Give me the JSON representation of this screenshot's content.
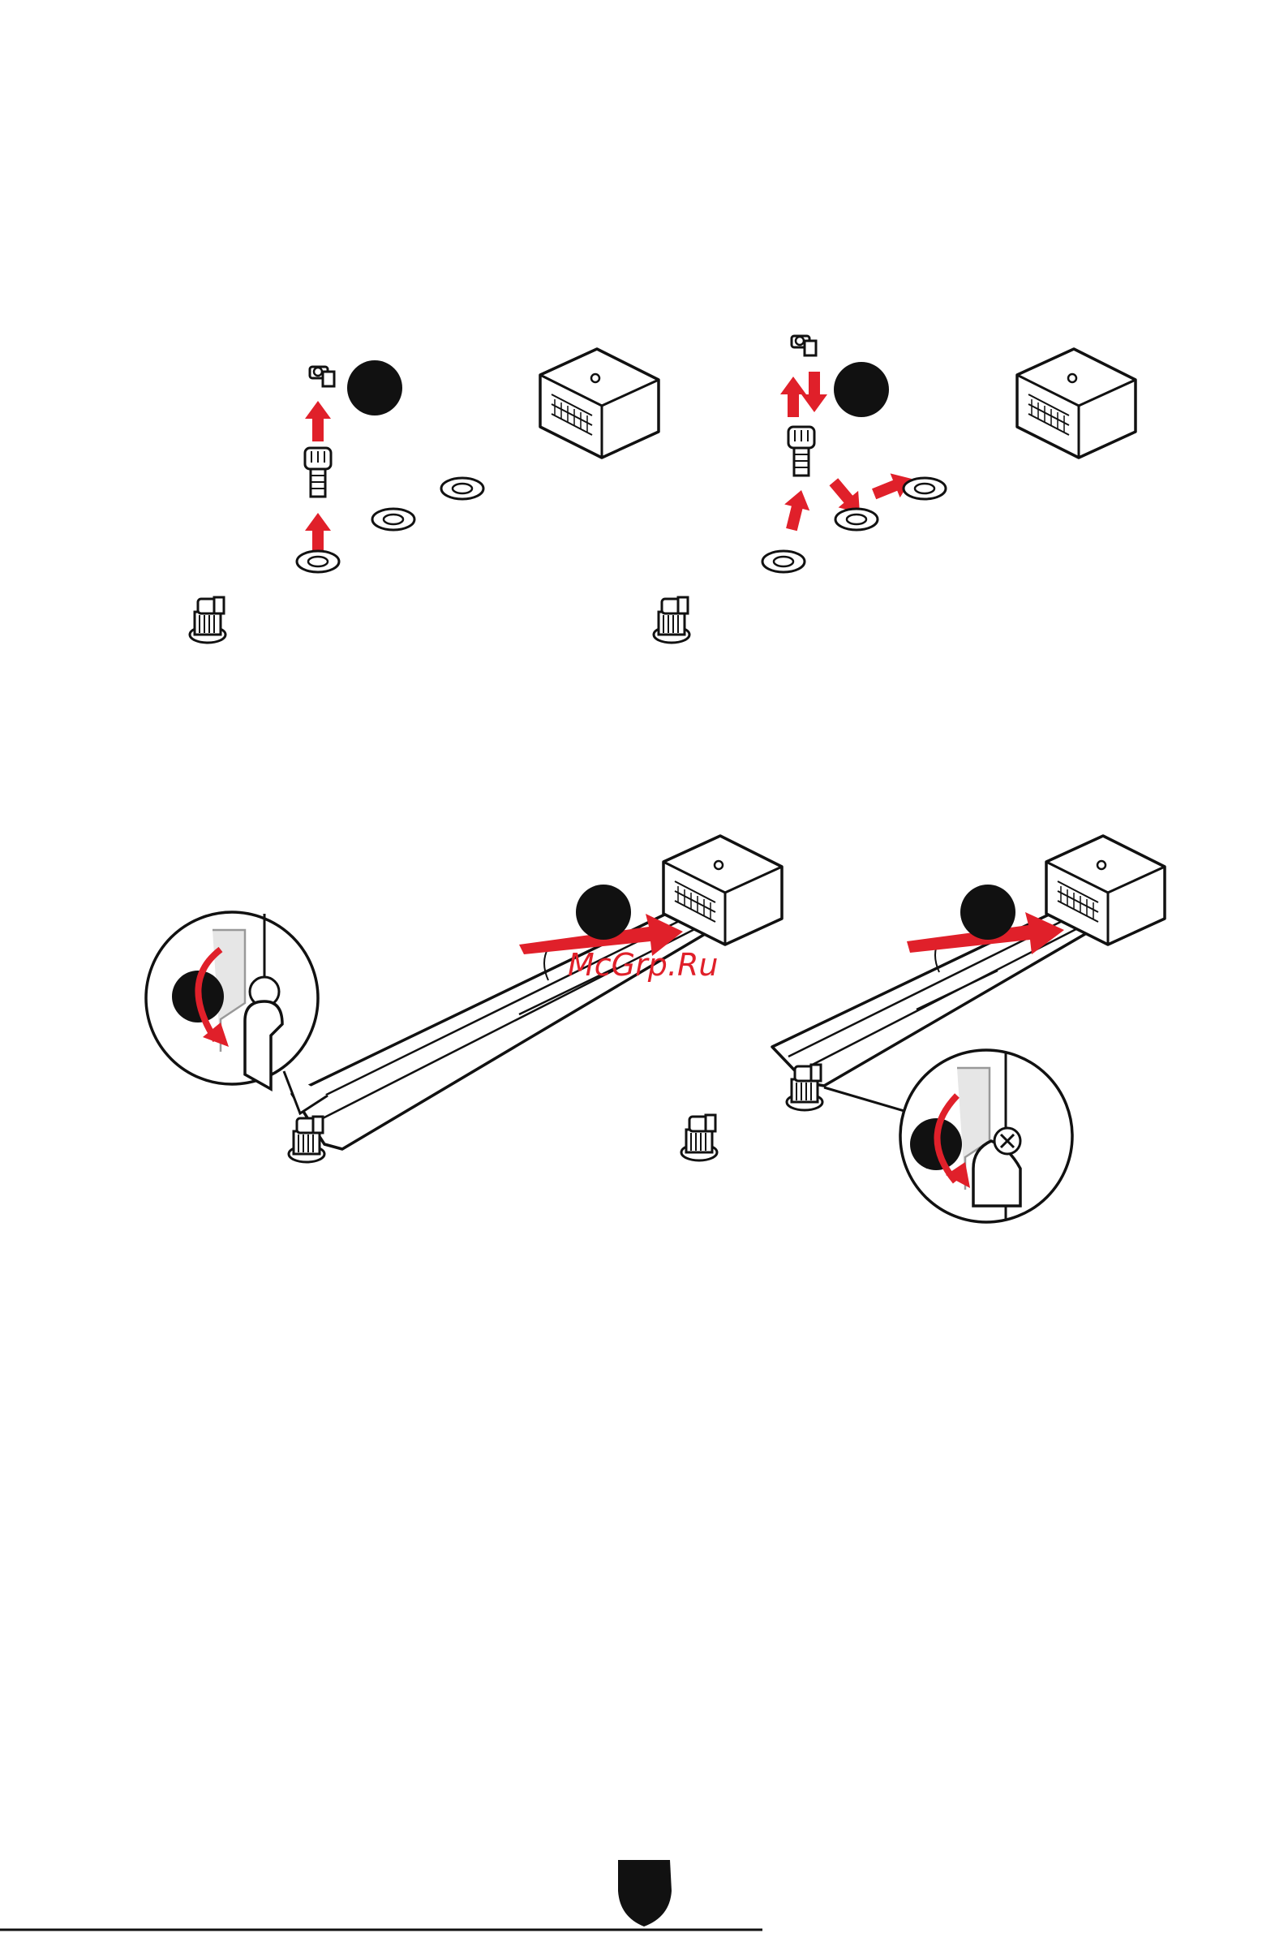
{
  "watermark": "McGrp.Ru",
  "colors": {
    "accent": "#e0202a",
    "ink": "#111111",
    "paper": "#ffffff",
    "part_fill": "#e6e6e6"
  },
  "icons": [
    "step-marker",
    "standoff-screw",
    "standoff-clip",
    "washer-ring",
    "m2-slot",
    "m2-card",
    "lock-latch",
    "red-arrow",
    "msi-shield-logo"
  ]
}
